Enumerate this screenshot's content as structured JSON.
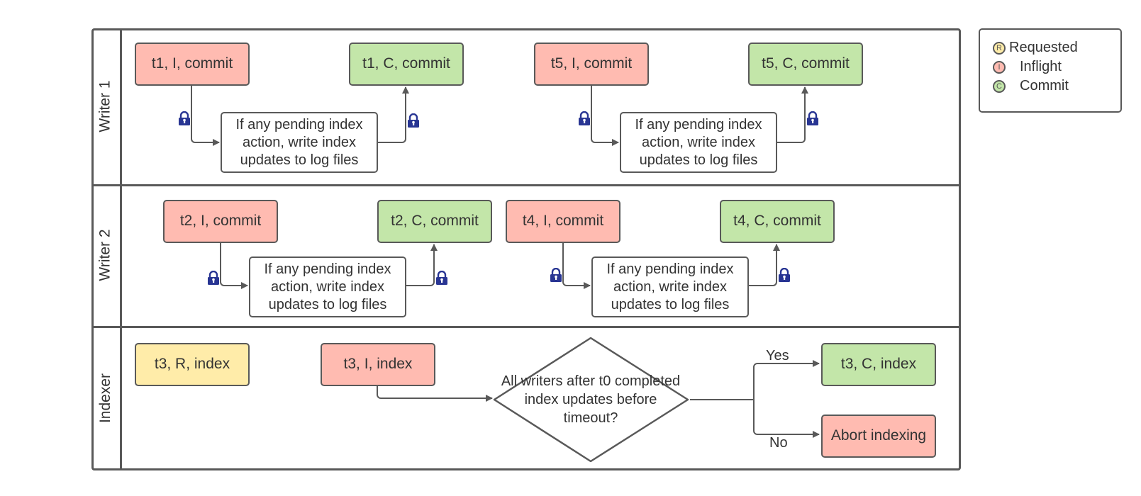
{
  "colors": {
    "requested": "#ffeca9",
    "inflight": "#ffbbb1",
    "commit": "#c3e6a9",
    "lock": "#283593",
    "line": "#595959"
  },
  "lanes": {
    "writer1": "Writer 1",
    "writer2": "Writer 2",
    "indexer": "Indexer"
  },
  "writer1": {
    "t1_inflight": "t1, I, commit",
    "t1_commit": "t1, C, commit",
    "t5_inflight": "t5, I, commit",
    "t5_commit": "t5, C, commit",
    "action_a": "If any pending index action, write index updates to log files",
    "action_b": "If any pending index action, write index updates to log files"
  },
  "writer2": {
    "t2_inflight": "t2, I, commit",
    "t2_commit": "t2, C, commit",
    "t4_inflight": "t4, I, commit",
    "t4_commit": "t4, C, commit",
    "action_a": "If any pending index action, write index updates to log files",
    "action_b": "If any pending index action, write index updates to log files"
  },
  "indexer": {
    "t3_requested": "t3, R, index",
    "t3_inflight": "t3, I, index",
    "decision": "All writers after t0 completed index updates before timeout?",
    "yes_label": "Yes",
    "no_label": "No",
    "t3_commit": "t3, C, index",
    "abort": "Abort indexing"
  },
  "legend": {
    "requested": {
      "letter": "R",
      "label": "Requested"
    },
    "inflight": {
      "letter": "I",
      "label": "Inflight"
    },
    "commit": {
      "letter": "C",
      "label": "Commit"
    }
  },
  "icons": {
    "lock": "padlock-icon"
  }
}
